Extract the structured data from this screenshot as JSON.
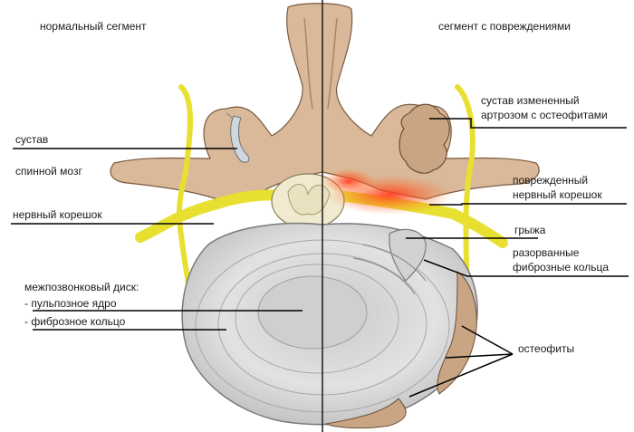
{
  "left_heading": "нормальный сегмент",
  "right_heading": "сегмент с повреждениями",
  "left_labels": {
    "joint": "сустав",
    "spinal_cord": "спинной мозг",
    "nerve_root": "нервный корешок",
    "disc_title": "межпозвонковый диск:",
    "nucleus": "- пульпозное ядро",
    "annulus": "- фиброзное кольцо"
  },
  "right_labels": {
    "arthrosis_joint_line1": "сустав измененный",
    "arthrosis_joint_line2": "артрозом с остеофитами",
    "damaged_root_line1": "поврежденный",
    "damaged_root_line2": "нервный корешок",
    "hernia": "грыжа",
    "torn_rings_line1": "разорванные",
    "torn_rings_line2": "фиброзные кольца",
    "osteophytes": "остеофиты"
  },
  "colors": {
    "bone": "#d9b99a",
    "bone_shadow": "#8b6a4e",
    "nerve": "#e8e030",
    "disc": "#dcdcdc",
    "inflammation": "#f04a2a",
    "leader": "#000000"
  }
}
